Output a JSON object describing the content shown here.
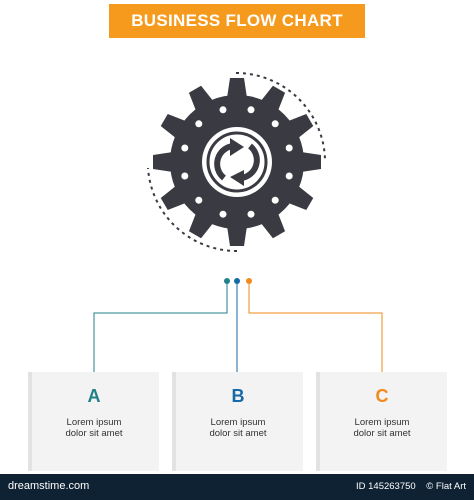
{
  "header": {
    "title": "BUSINESS FLOW CHART"
  },
  "colors": {
    "banner": "#f59a1c",
    "icon": "#3a3a42",
    "teal": "#21808a",
    "blue": "#1769a8",
    "orange": "#f28a1b",
    "footer": "#0e2233"
  },
  "icon": {
    "name": "gear-refresh-icon"
  },
  "steps": [
    {
      "letter": "A",
      "line1": "Lorem ipsum",
      "line2": "dolor sit amet"
    },
    {
      "letter": "B",
      "line1": "Lorem ipsum",
      "line2": "dolor sit amet"
    },
    {
      "letter": "C",
      "line1": "Lorem ipsum",
      "line2": "dolor sit amet"
    }
  ],
  "footer": {
    "logo": "dreamstime.com",
    "id_text": "ID 145263750",
    "credit": "© Flat Art"
  }
}
